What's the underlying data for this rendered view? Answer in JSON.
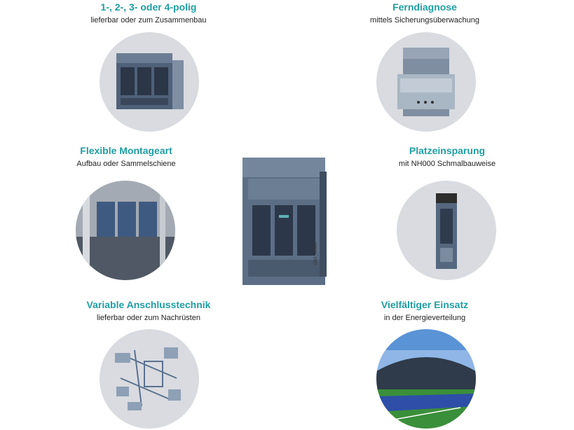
{
  "features": [
    {
      "title": "1-, 2-, 3- oder 4-polig",
      "subtitle": "lieferbar oder zum Zusammenbau"
    },
    {
      "title": "Ferndiagnose",
      "subtitle": "mittels Sicherungsüberwachung"
    },
    {
      "title": "Flexible Montageart",
      "subtitle": "Aufbau oder Sammelschiene"
    },
    {
      "title": "Platzeinsparung",
      "subtitle": "mit NH000 Schmalbauweise"
    },
    {
      "title": "Variable Anschlusstechnik",
      "subtitle": "lieferbar oder zum Nachrüsten"
    },
    {
      "title": "Vielfältiger Einsatz",
      "subtitle": "in der Energieverteilung"
    }
  ],
  "center": {
    "image_code": "I202_00066"
  },
  "colors": {
    "accent": "#1f9ea3",
    "circle_bg": "#d9dbe0",
    "device": "#5b6e85"
  }
}
